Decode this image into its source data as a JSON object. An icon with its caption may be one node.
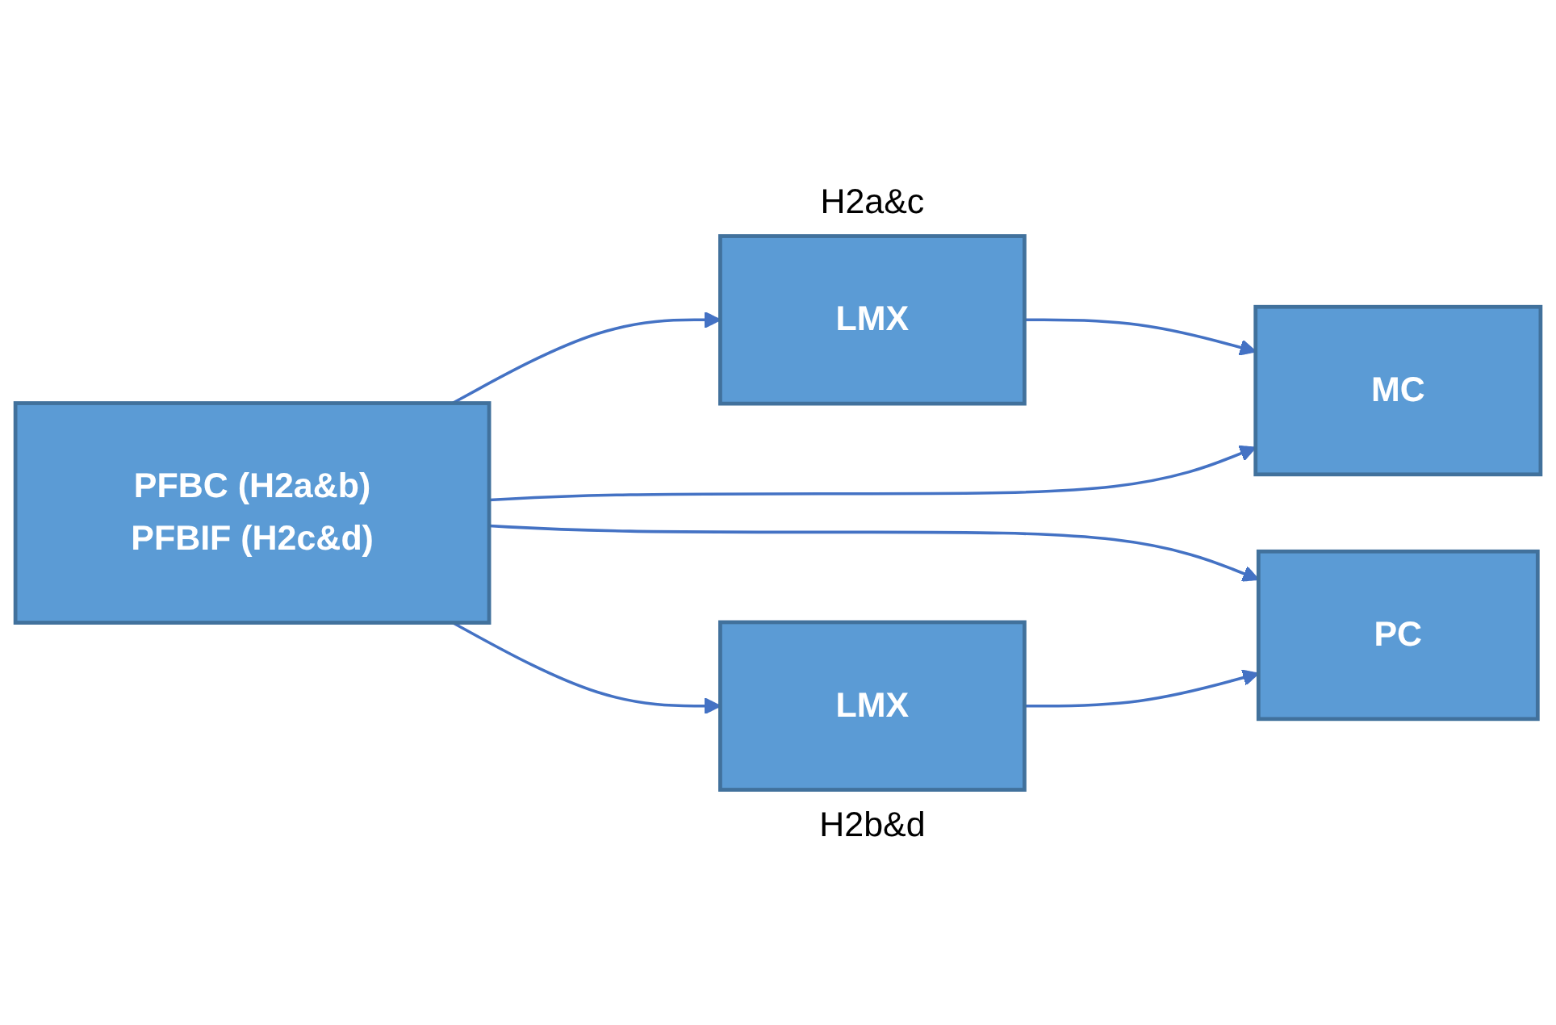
{
  "diagram": {
    "nodes": [
      {
        "text": [
          "PFBC (H2a&b)",
          "PFBIF (H2c&d)"
        ]
      },
      {
        "text": [
          "LMX"
        ],
        "beside": [
          "H2a&c"
        ]
      },
      {
        "text": [
          "MC"
        ]
      },
      {
        "text": [
          "PC"
        ]
      },
      {
        "text": [
          "LMX"
        ],
        "beside": [
          "H2b&d"
        ]
      }
    ],
    "edges": [
      {
        "from": 0,
        "to": 1,
        "arrow": "to"
      },
      {
        "from": 1,
        "to": 2,
        "arrow": "to"
      },
      {
        "from": 0,
        "to": 2,
        "arrow": "to"
      },
      {
        "from": 0,
        "to": 3,
        "arrow": "to"
      },
      {
        "from": 0,
        "to": 4,
        "arrow": "to"
      },
      {
        "from": 4,
        "to": 3,
        "arrow": "to"
      }
    ]
  }
}
